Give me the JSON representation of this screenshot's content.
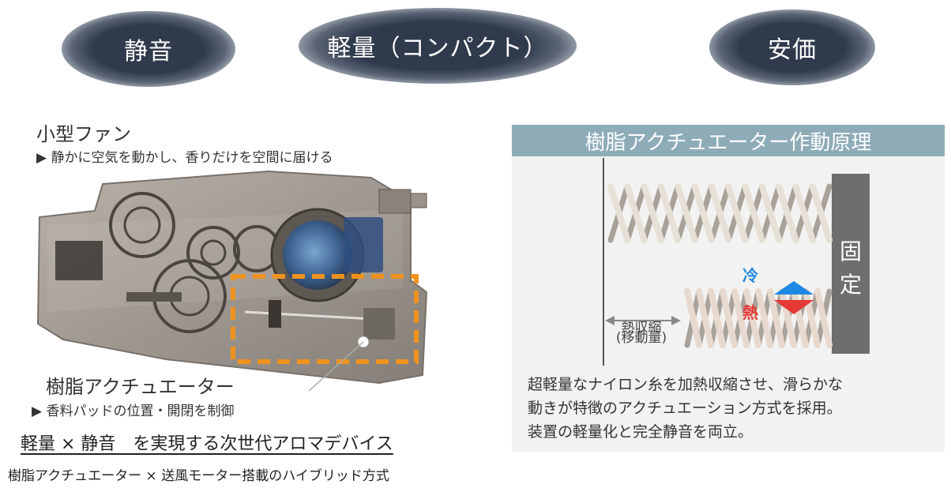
{
  "features": {
    "quiet": "静音",
    "light": "軽量（コンパクト）",
    "cheap": "安価"
  },
  "left": {
    "fan_title": "小型ファン",
    "fan_desc": "▶ 静かに空気を動かし、香りだけを空間に届ける",
    "actuator_title": "樹脂アクチュエーター",
    "actuator_desc": "▶ 香料パッドの位置・開閉を制御",
    "headline": "軽量 × 静音　を実現する次世代アロマデバイス",
    "subline": "樹脂アクチュエーター × 送風モーター搭載のハイブリッド方式"
  },
  "panel": {
    "title": "樹脂アクチュエーター作動原理",
    "cold": "冷",
    "heat": "熱",
    "fixed_1": "固",
    "fixed_2": "定",
    "shrink_1": "熱収縮",
    "shrink_2": "(移動量)",
    "desc_1": "超軽量なナイロン糸を加熱収縮させ、滑らかな",
    "desc_2": "動きが特徴のアクチュエーション方式を採用。",
    "desc_3": "装置の軽量化と完全静音を両立。"
  },
  "colors": {
    "pill": "#2f3a4c",
    "header": "#8eacb8",
    "cold": "#1e88e5",
    "heat": "#e53935",
    "highlight": "#f0921e",
    "fixed_block": "#6e6e6e"
  }
}
